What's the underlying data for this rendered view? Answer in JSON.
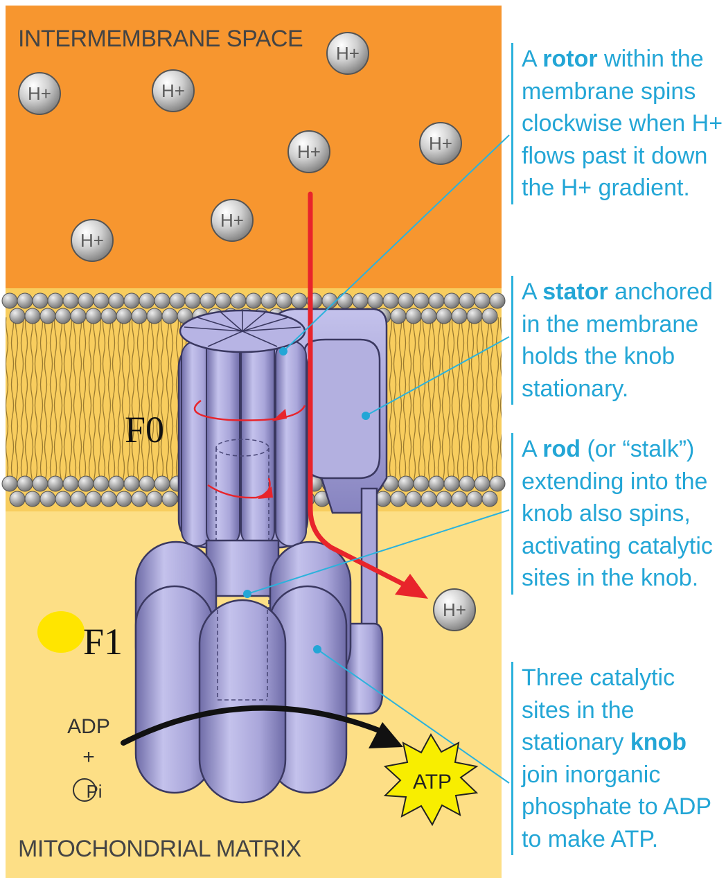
{
  "regions": {
    "intermembrane": "INTERMEMBRANE SPACE",
    "matrix": "MITOCHONDRIAL MATRIX"
  },
  "ion_label": "H+",
  "complex_labels": {
    "f0": "F0",
    "f1": "F1"
  },
  "reactants": {
    "adp": "ADP",
    "plus": "+",
    "pi": "Pi"
  },
  "product": "ATP",
  "captions": {
    "rotor": {
      "before": "A ",
      "term": "rotor",
      "after": " within the membrane spins clockwise when H+ flows past it down the H+ gradient."
    },
    "stator": {
      "before": "A ",
      "term": "stator",
      "after": " anchored in the membrane holds the knob stationary."
    },
    "rod": {
      "before": "A ",
      "term": "rod",
      "after": " (or “stalk”) extending into the knob also spins, activating catalytic sites in the knob."
    },
    "knob": {
      "before": "Three catalytic sites in the stationary ",
      "term": "knob",
      "after": " join inorganic phosphate to ADP to make ATP."
    }
  },
  "colors": {
    "intermembrane": "#f7962f",
    "matrix": "#fddf86",
    "protein": "#a8a6d9",
    "flow_arrow": "#e8242b",
    "caption": "#23a6d6",
    "atp_burst": "#f8ee00",
    "highlight": "#ffe500"
  }
}
